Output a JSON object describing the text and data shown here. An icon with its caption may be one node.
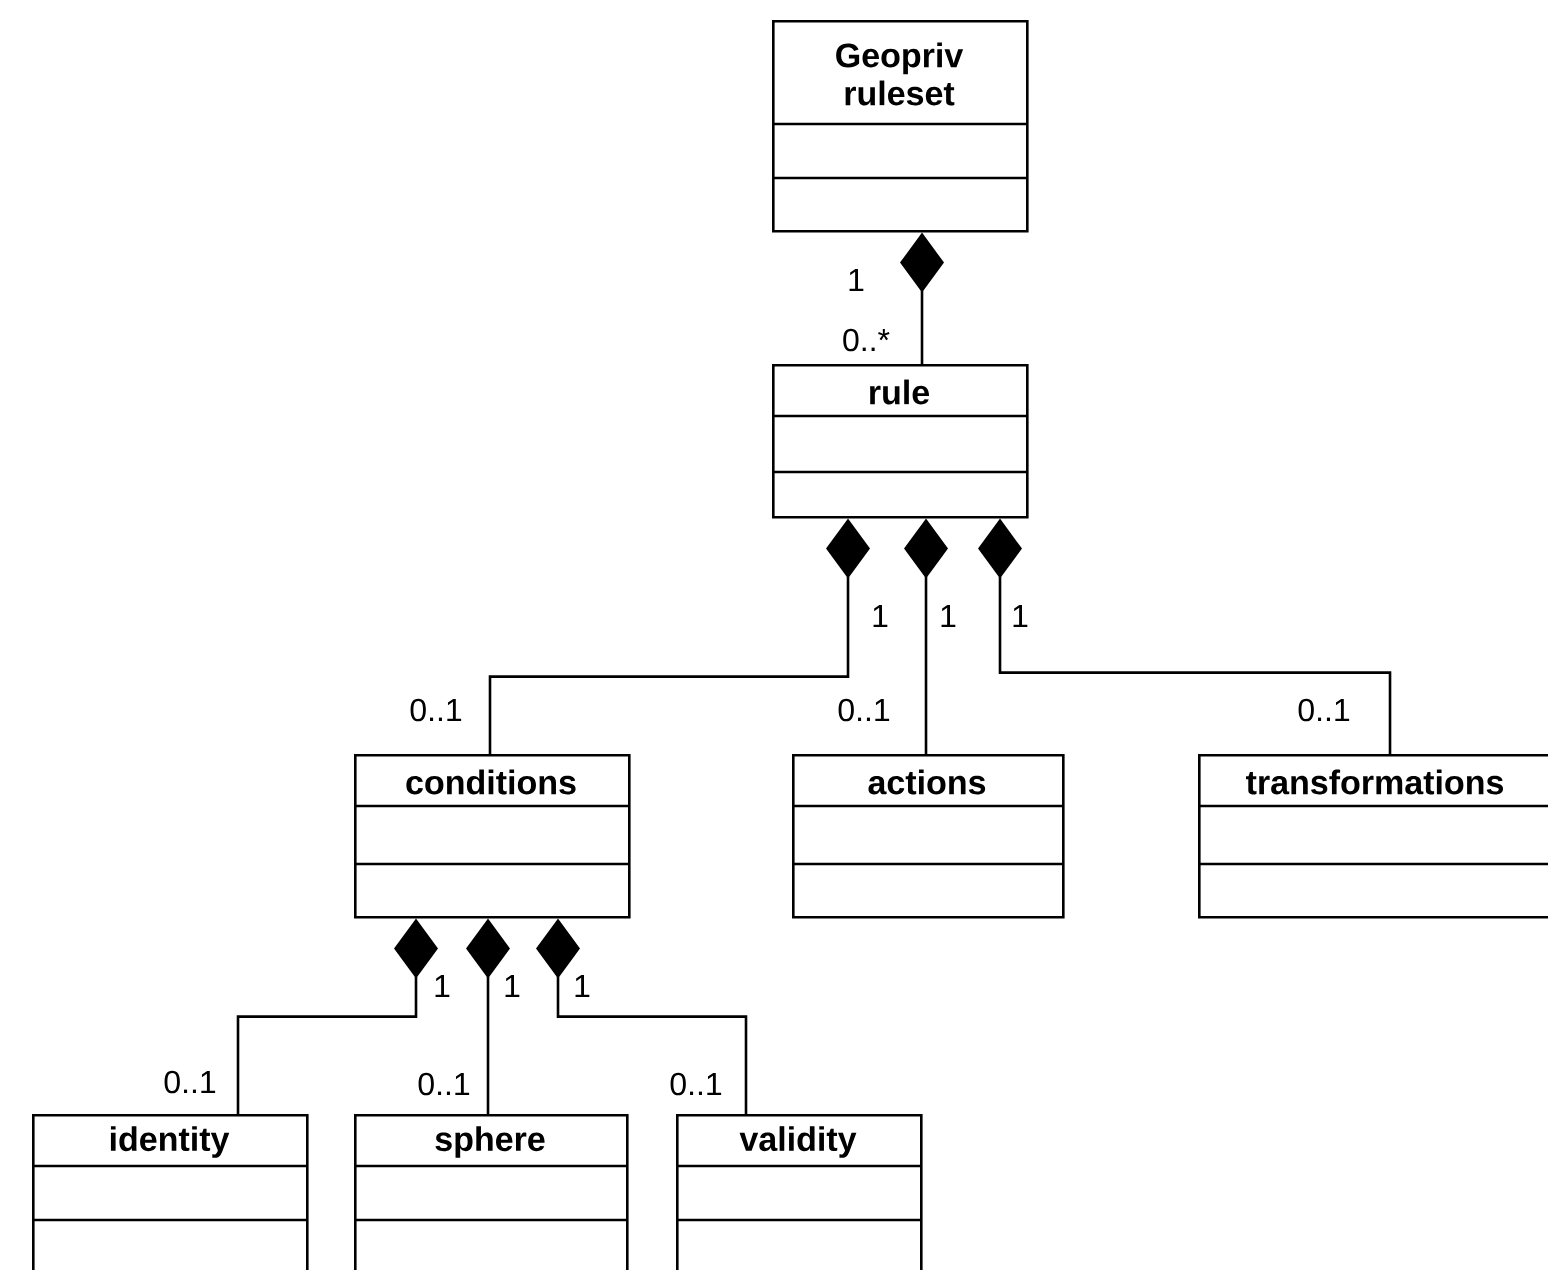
{
  "diagram": {
    "nodes": [
      {
        "text": [
          "Geopriv ruleset"
        ]
      },
      {
        "text": [
          "rule"
        ]
      },
      {
        "text": [
          "conditions"
        ]
      },
      {
        "text": [
          "actions"
        ]
      },
      {
        "text": [
          "transformations"
        ]
      },
      {
        "text": [
          "identity"
        ]
      },
      {
        "text": [
          "sphere"
        ]
      },
      {
        "text": [
          "validity"
        ]
      }
    ],
    "edges": [
      {
        "from": 0,
        "to": 1,
        "arrow": "other"
      },
      {
        "from": 1,
        "to": 2,
        "arrow": "other"
      },
      {
        "from": 1,
        "to": 3,
        "arrow": "other"
      },
      {
        "from": 1,
        "to": 4,
        "arrow": "other"
      },
      {
        "from": 2,
        "to": 5,
        "arrow": "other"
      },
      {
        "from": 2,
        "to": 6,
        "arrow": "other"
      },
      {
        "from": 2,
        "to": 7,
        "arrow": "other"
      }
    ],
    "labels": [
      "1",
      "0..*",
      "1",
      "1",
      "1",
      "0..1",
      "0..1",
      "0..1",
      "1",
      "1",
      "1",
      "0..1",
      "0..1",
      "0..1"
    ]
  }
}
